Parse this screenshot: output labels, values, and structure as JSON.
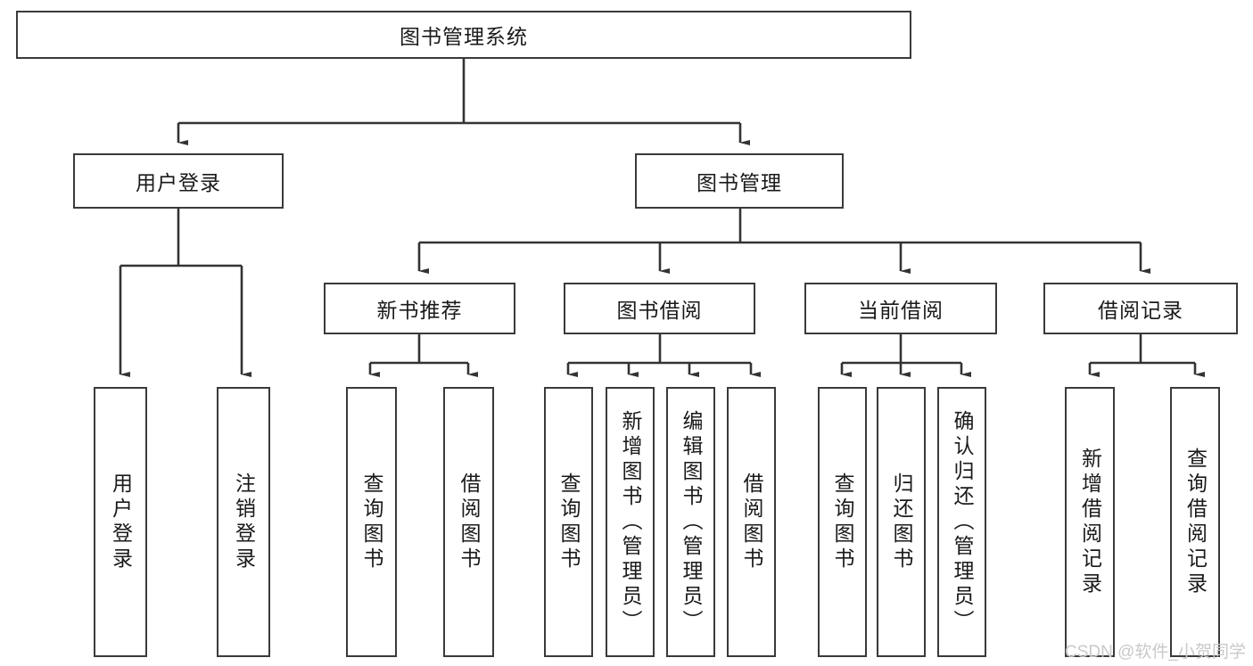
{
  "diagram": {
    "title": "图书管理系统",
    "type": "tree-hierarchy-chart",
    "watermark": "CSDN @软件_小贺同学",
    "colors": {
      "box_border": "#3a3a3a",
      "box_fill": "#ffffff",
      "line": "#333333",
      "text": "#1a1a1a",
      "watermark": "#c9c9c9",
      "background": "#ffffff"
    },
    "root": {
      "label": "图书管理系统"
    },
    "level2": [
      {
        "label": "用户登录"
      },
      {
        "label": "图书管理"
      }
    ],
    "level3": [
      {
        "label": "新书推荐"
      },
      {
        "label": "图书借阅"
      },
      {
        "label": "当前借阅"
      },
      {
        "label": "借阅记录"
      }
    ],
    "leaves": {
      "user_login": [
        {
          "label": "用户登录"
        },
        {
          "label": "注销登录"
        }
      ],
      "new_book_recommend": [
        {
          "label": "查询图书"
        },
        {
          "label": "借阅图书"
        }
      ],
      "book_borrow": [
        {
          "label": "查询图书"
        },
        {
          "label": "新增图书（管理员）"
        },
        {
          "label": "编辑图书（管理员）"
        },
        {
          "label": "借阅图书"
        }
      ],
      "current_borrow": [
        {
          "label": "查询图书"
        },
        {
          "label": "归还图书"
        },
        {
          "label": "确认归还（管理员）"
        }
      ],
      "borrow_records": [
        {
          "label": "新增借阅记录"
        },
        {
          "label": "查询借阅记录"
        }
      ]
    }
  }
}
